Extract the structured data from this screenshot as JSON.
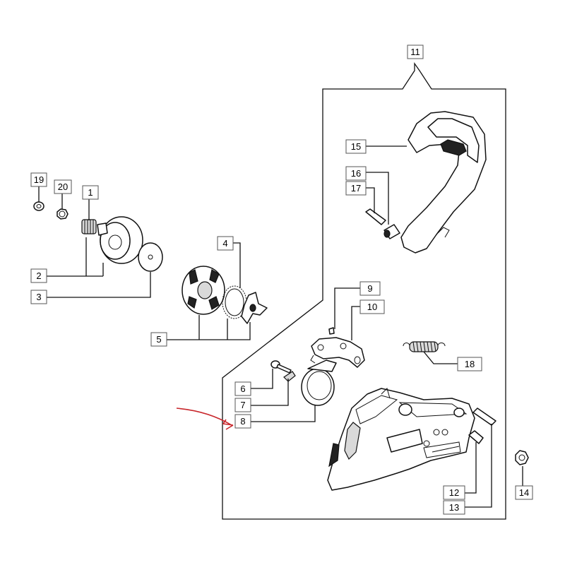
{
  "labels": {
    "n1": "1",
    "n2": "2",
    "n3": "3",
    "n4": "4",
    "n5": "5",
    "n6": "6",
    "n7": "7",
    "n8": "8",
    "n9": "9",
    "n10": "10",
    "n11": "11",
    "n12": "12",
    "n13": "13",
    "n14": "14",
    "n15": "15",
    "n16": "16",
    "n17": "17",
    "n18": "18",
    "n19": "19",
    "n20": "20"
  },
  "colors": {
    "arrow": "#c8262b",
    "line": "#111111",
    "label_border": "#555555"
  }
}
